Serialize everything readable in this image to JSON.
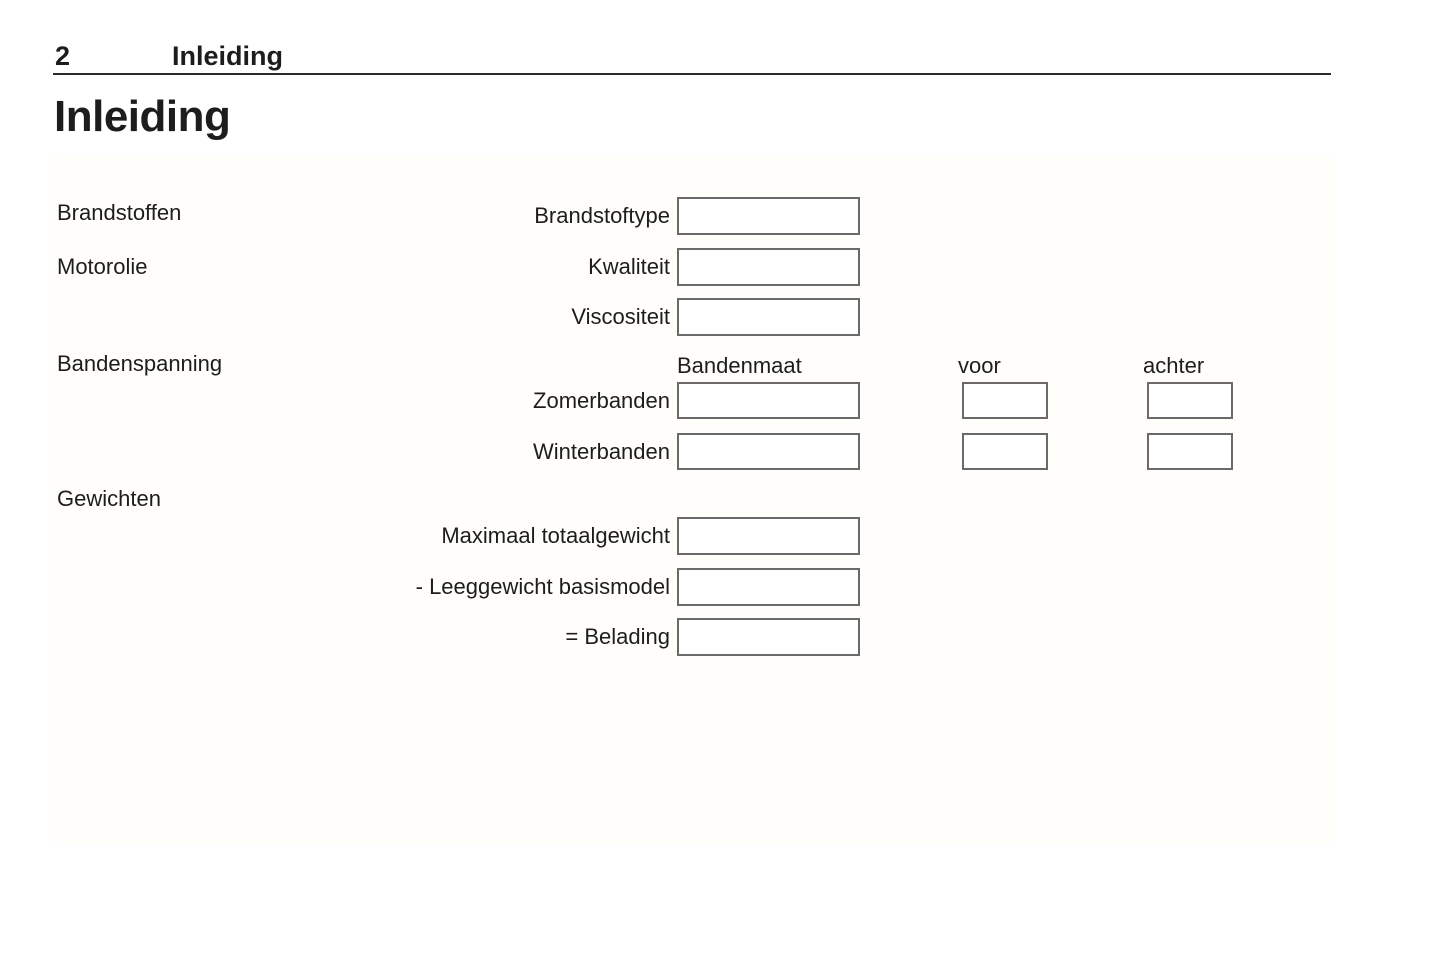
{
  "header": {
    "page_number": "2",
    "chapter": "Inleiding"
  },
  "title": "Inleiding",
  "form": {
    "section_labels": {
      "fuels": "Brandstoffen",
      "engine_oil": "Motorolie",
      "tyre_pressure": "Bandenspanning",
      "weights": "Gewichten"
    },
    "column_headers": {
      "tyre_size": "Bandenmaat",
      "front": "voor",
      "rear": "achter"
    },
    "field_labels": {
      "fuel_type": "Brandstoftype",
      "quality": "Kwaliteit",
      "viscosity": "Viscositeit",
      "summer_tyres": "Zomerbanden",
      "winter_tyres": "Winterbanden",
      "max_total_weight": "Maximaal totaalgewicht",
      "kerb_weight": "- Leeggewicht basismodel",
      "payload": "= Belading"
    },
    "inputs": {
      "fuel_type": "",
      "quality": "",
      "viscosity": "",
      "summer_size": "",
      "summer_front": "",
      "summer_rear": "",
      "winter_size": "",
      "winter_front": "",
      "winter_rear": "",
      "max_total_weight": "",
      "kerb_weight": "",
      "payload": ""
    },
    "colors": {
      "text": "#1d1d1d",
      "rule": "#2b2b2b",
      "box_border": "#6a6a6a",
      "panel_background": "#fffefa"
    }
  }
}
